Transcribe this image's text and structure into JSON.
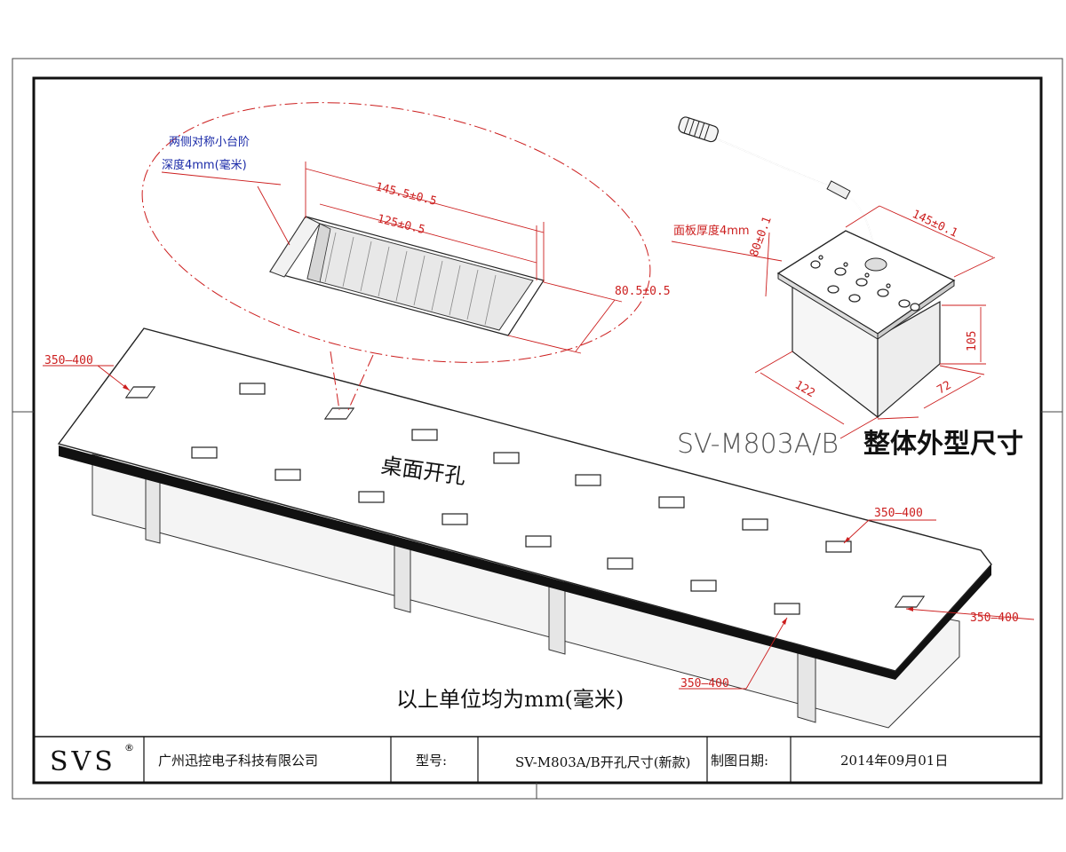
{
  "annotations": {
    "step_note_line1": "两侧对称小台阶",
    "step_note_line2": "深度4mm(毫米)",
    "dim_outer_width": "145.5±0.5",
    "dim_inner_width": "125±0.5",
    "dim_depth": "80.5±0.5",
    "table_label": "桌面开孔",
    "spacing_top_left": "350—400",
    "spacing_right_upper": "350—400",
    "spacing_right_lower": "350—400",
    "spacing_bottom": "350—400",
    "unit_note": "以上单位均为mm(毫米)"
  },
  "device": {
    "panel_thickness": "面板厚度4mm",
    "dim_width": "145±0.1",
    "dim_depth": "80±0.1",
    "dim_height": "105",
    "dim_bottom_width": "122",
    "dim_bottom_depth": "72",
    "model_code": "SV-M803A/B",
    "model_caption": "整体外型尺寸"
  },
  "title_block": {
    "logo": "SVS",
    "logo_mark": "®",
    "company": "广州迅控电子科技有限公司",
    "model_label": "型号:",
    "model_value": "SV-M803A/B开孔尺寸(新款)",
    "date_label": "制图日期:",
    "date_value": "2014年09月01日"
  }
}
